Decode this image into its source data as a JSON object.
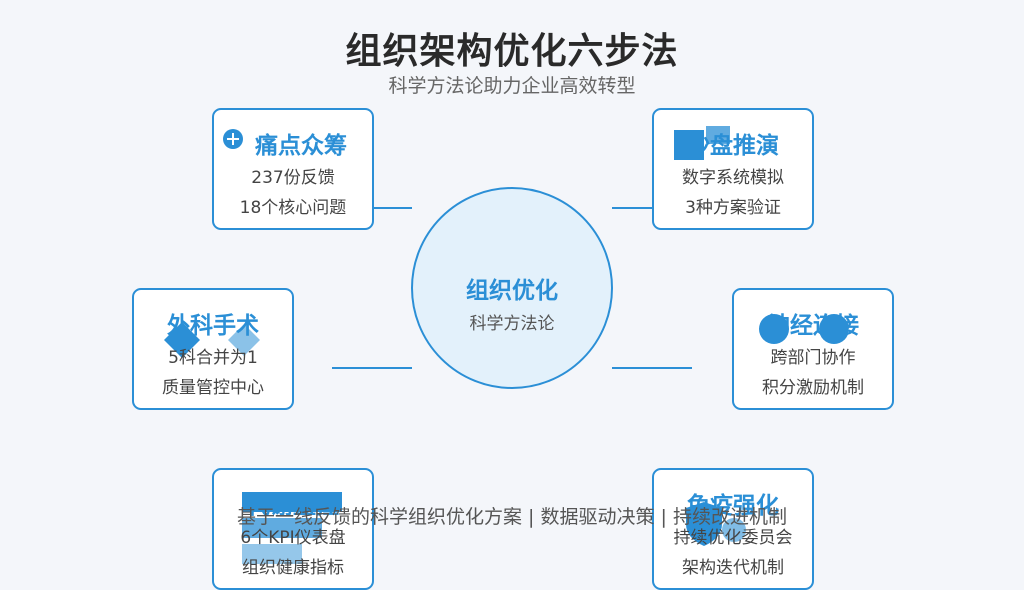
{
  "title": "组织架构优化六步法",
  "subtitle": "科学方法论助力企业高效转型",
  "center": {
    "title": "组织优化",
    "subtitle": "科学方法论"
  },
  "cards": [
    {
      "title": "痛点众筹",
      "line1": "237份反馈",
      "line2": "18个核心问题",
      "icon": "plus-circle-icon"
    },
    {
      "title": "沙盘推演",
      "line1": "数字系统模拟",
      "line2": "3种方案验证",
      "icon": "blocks-icon"
    },
    {
      "title": "外科手术",
      "line1": "5科合并为1",
      "line2": "质量管控中心",
      "icon": "diamond-icon"
    },
    {
      "title": "神经连接",
      "line1": "跨部门协作",
      "line2": "积分激励机制",
      "icon": "nodes-icon"
    },
    {
      "title": "代谢监控",
      "line1": "6个KPI仪表盘",
      "line2": "组织健康指标",
      "icon": "bar-chart-icon"
    },
    {
      "title": "免疫强化",
      "line1": "持续优化委员会",
      "line2": "架构迭代机制",
      "icon": "shield-icon"
    }
  ],
  "footer": "基于一线反馈的科学组织优化方案 | 数据驱动决策 | 持续改进机制",
  "colors": {
    "accent": "#2b8fd6",
    "center_fill": "#e3f1fb",
    "background": "#f4f6fa"
  }
}
